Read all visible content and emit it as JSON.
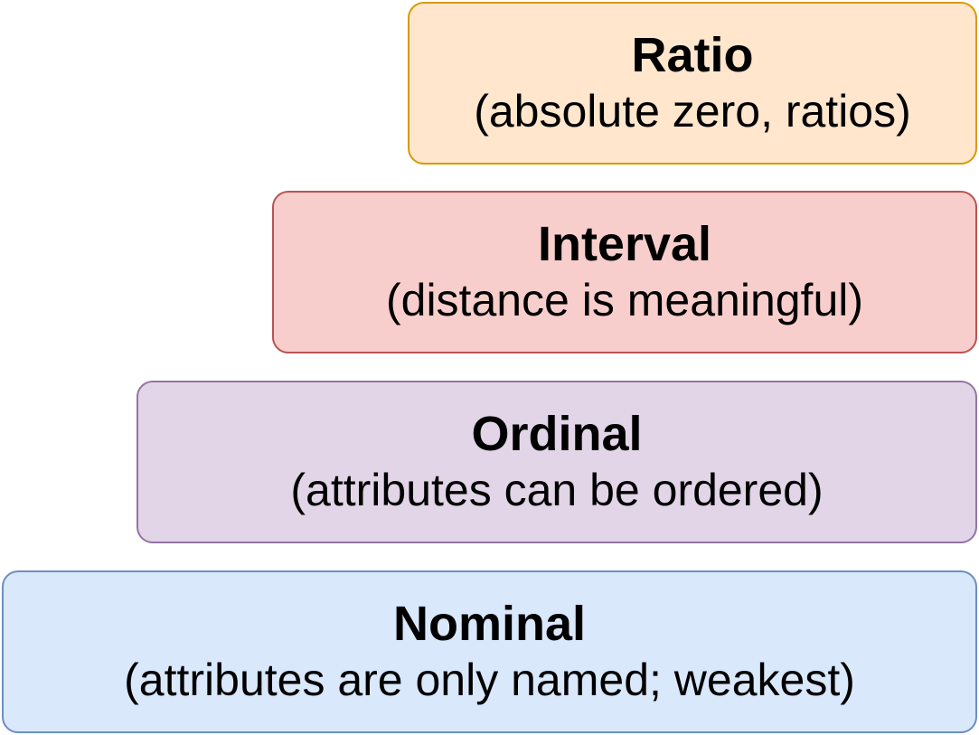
{
  "levels": {
    "ratio": {
      "name": "Ratio",
      "description": "(absolute zero, ratios)",
      "fill": "#ffe6cc",
      "border": "#d79b00"
    },
    "interval": {
      "name": "Interval",
      "description": "(distance is meaningful)",
      "fill": "#f8cecc",
      "border": "#b85450"
    },
    "ordinal": {
      "name": "Ordinal",
      "description": "(attributes can be ordered)",
      "fill": "#e1d5e7",
      "border": "#9673a6"
    },
    "nominal": {
      "name": "Nominal",
      "description": "(attributes are only named; weakest)",
      "fill": "#dae8fc",
      "border": "#6c8ebf"
    }
  }
}
